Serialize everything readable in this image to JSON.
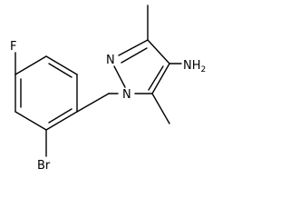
{
  "molecule": {
    "atoms": {
      "F": "F",
      "Br": "Br",
      "N2": "N",
      "N1": "N",
      "NH2": "NH",
      "NH2_sub": "2"
    }
  }
}
